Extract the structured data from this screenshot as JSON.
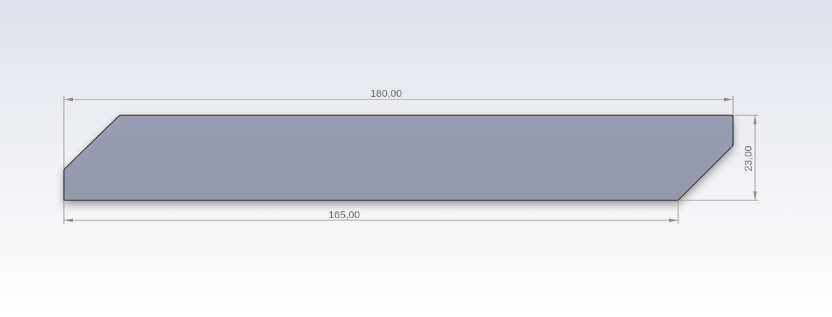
{
  "colors": {
    "part_fill": "#989cb0",
    "part_edge": "#1a1a1a",
    "dimension_line": "#8c8c8c",
    "dimension_text": "#6a6a6a"
  },
  "dimensions": {
    "overall_length": "180,00",
    "bottom_length": "165,00",
    "height": "23,00"
  }
}
